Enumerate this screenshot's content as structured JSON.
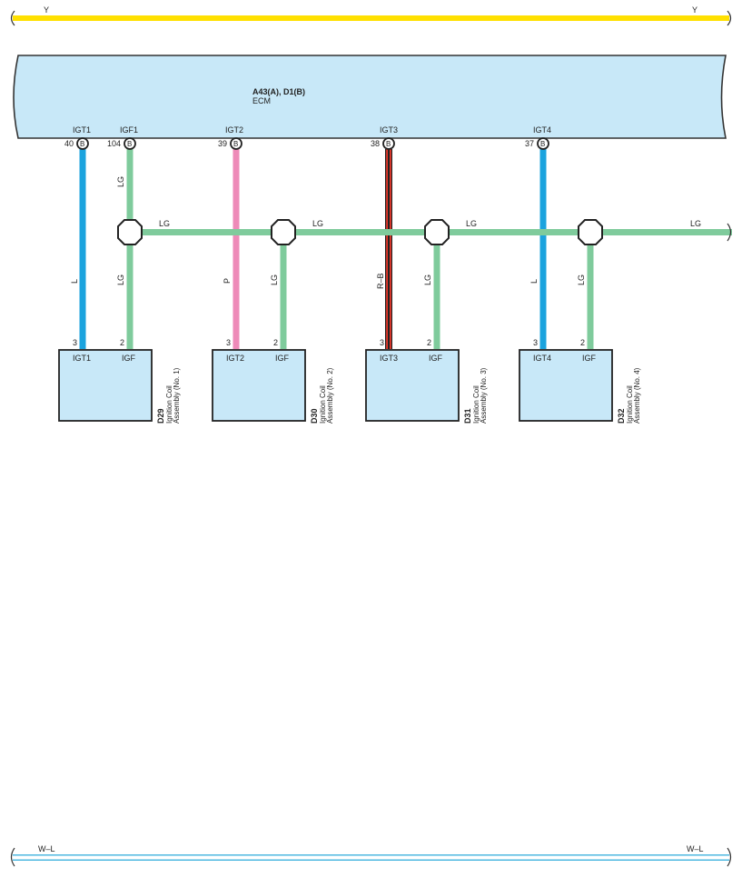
{
  "top_rail": {
    "left_label": "Y",
    "right_label": "Y",
    "color": "#FFE000"
  },
  "bottom_rail": {
    "left_label": "W–L",
    "right_label": "W–L",
    "color": "#ffffff",
    "stripe_color": "#4db8e0"
  },
  "ecm": {
    "code": "A43(A), D1(B)",
    "name": "ECM",
    "fill": "#C8E8F8",
    "terminals": [
      {
        "name": "IGT1",
        "pin": "40",
        "conn": "B"
      },
      {
        "name": "IGF1",
        "pin": "104",
        "conn": "B"
      },
      {
        "name": "IGT2",
        "pin": "39",
        "conn": "B"
      },
      {
        "name": "IGT3",
        "pin": "38",
        "conn": "B"
      },
      {
        "name": "IGT4",
        "pin": "37",
        "conn": "B"
      }
    ]
  },
  "wire_colors": {
    "L": "#1BA3DE",
    "LG": "#7FCB9C",
    "P": "#EE8AB8",
    "R-B_red": "#E8362A",
    "R-B_black": "#222222"
  },
  "bus": {
    "label": "LG",
    "segment_labels": [
      "LG",
      "LG",
      "LG",
      "LG"
    ]
  },
  "wire_labels": {
    "igf1_upper": "LG",
    "igt1": "L",
    "igf_lower_1": "LG",
    "igt2": "P",
    "igf_lower_2": "LG",
    "igt3": "R–B",
    "igf_lower_3": "LG",
    "igt4": "L",
    "igf_lower_4": "LG"
  },
  "coils": [
    {
      "code": "D29",
      "name": "Ignition Coil",
      "name2": "Assembly (No. 1)",
      "left_term": "IGT1",
      "right_term": "IGF",
      "left_pin": "3",
      "right_pin": "2"
    },
    {
      "code": "D30",
      "name": "Ignition Coil",
      "name2": "Assembly (No. 2)",
      "left_term": "IGT2",
      "right_term": "IGF",
      "left_pin": "3",
      "right_pin": "2"
    },
    {
      "code": "D31",
      "name": "Ignition Coil",
      "name2": "Assembly (No. 3)",
      "left_term": "IGT3",
      "right_term": "IGF",
      "left_pin": "3",
      "right_pin": "2"
    },
    {
      "code": "D32",
      "name": "Ignition Coil",
      "name2": "Assembly (No. 4)",
      "left_term": "IGT4",
      "right_term": "IGF",
      "left_pin": "3",
      "right_pin": "2"
    }
  ]
}
